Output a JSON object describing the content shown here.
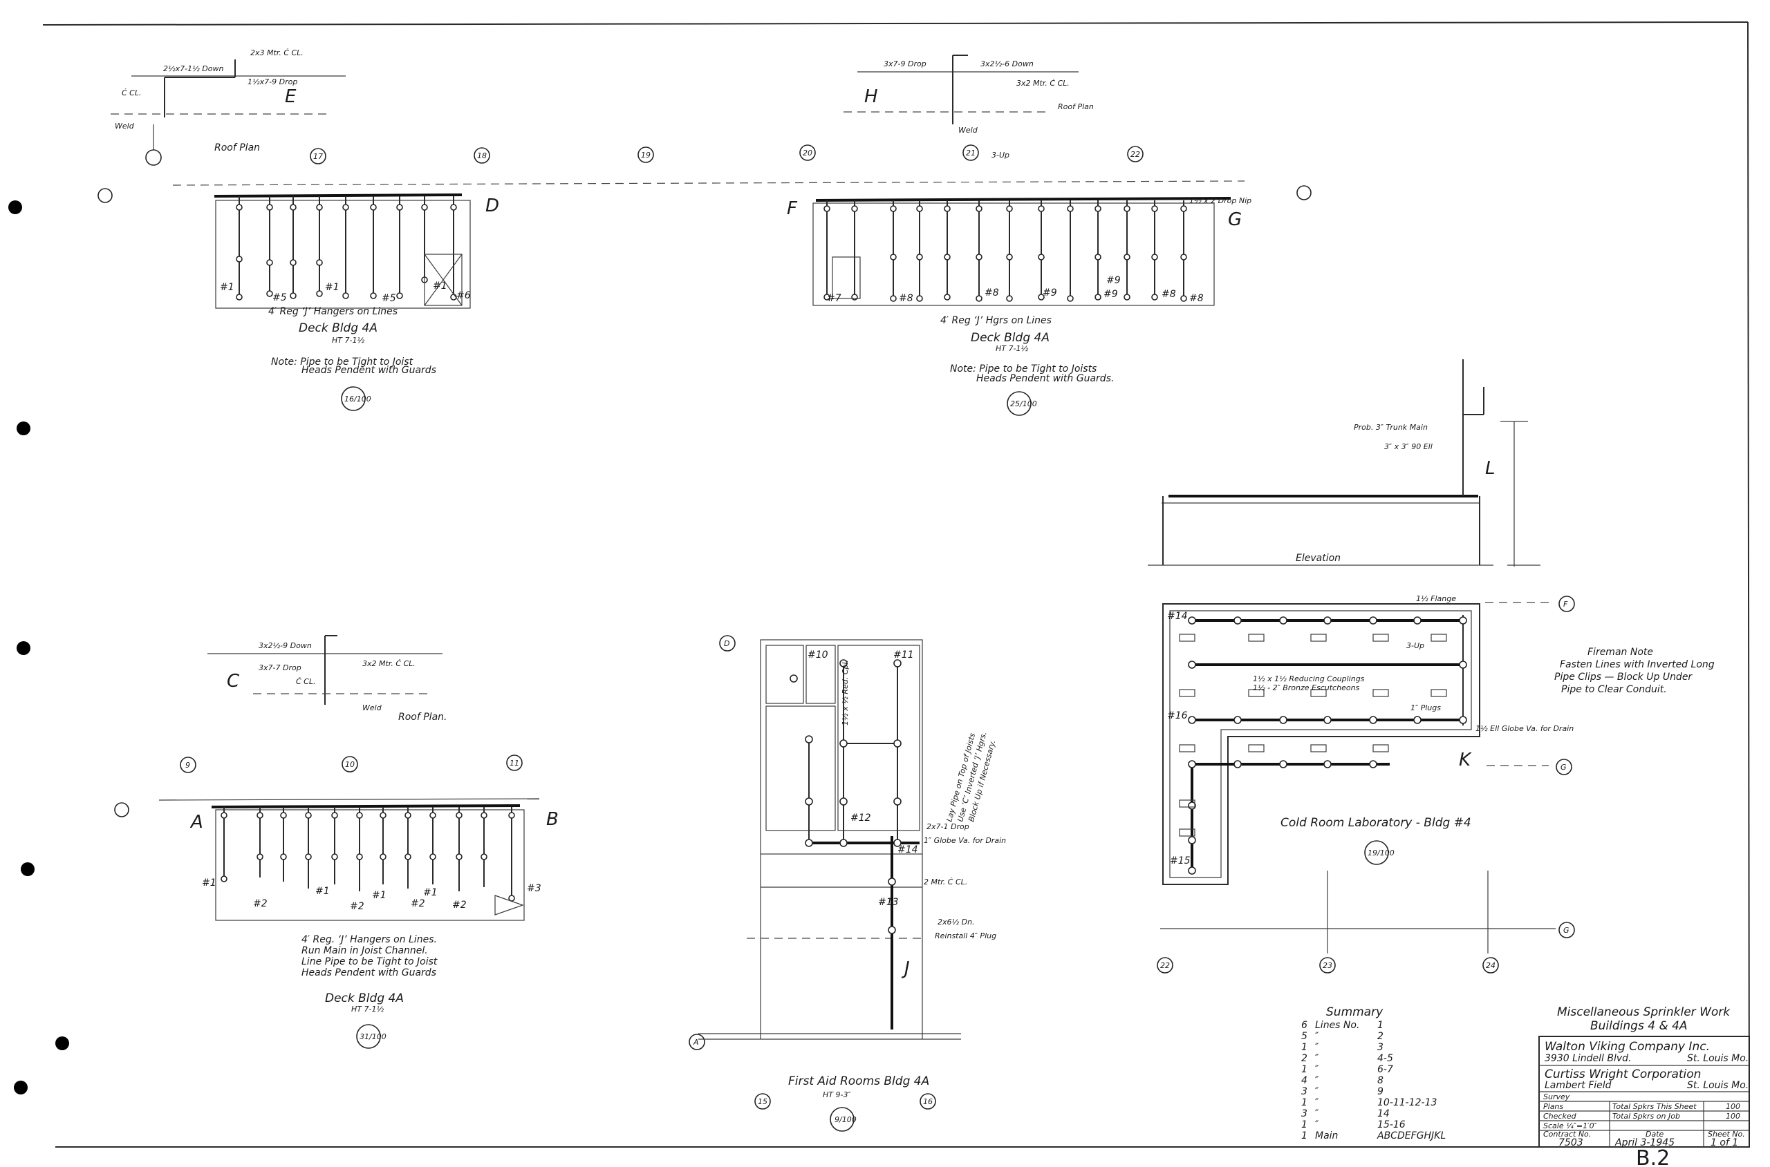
{
  "colors": {
    "paper": "#ffffff",
    "ink": "#1a1a1a",
    "punch": "#000000"
  },
  "deck_e": {
    "title": "Deck Bldg 4A",
    "height": "HT 7-1½",
    "hangers": "4′ Reg ‘J’ Hangers on Lines",
    "note1": "Note: Pipe to be Tight to Joist",
    "note2": "Heads Pendent with Guards",
    "ref": "16/100",
    "roof_plan": "Roof Plan",
    "detail": "E",
    "end_label": "D",
    "callouts": [
      "2½x7-1½ Down",
      "2x3 Mtr. Ć CL.",
      "1½x7-9 Drop",
      "Ć CL.",
      "Weld"
    ],
    "col_marks": [
      "17",
      "18",
      "19"
    ],
    "sprinklers": [
      "#1",
      "#5",
      "#1",
      "#5",
      "#1",
      "#6"
    ]
  },
  "deck_f": {
    "title": "Deck Bldg 4A",
    "height": "HT 7-1½",
    "hangers": "4′ Reg ‘J’ Hgrs on Lines",
    "note1": "Note: Pipe to be Tight to Joists",
    "note2": "Heads Pendent with Guards.",
    "ref": "25/100",
    "roof_plan": "Roof Plan",
    "detail": "H",
    "start_label": "F",
    "end_label": "G",
    "callouts": [
      "3x7-9 Drop",
      "3x2½-6 Down",
      "3x2 Mtr. Ć CL.",
      "Weld",
      "3-Up",
      "1½ x 2 Drop Nip"
    ],
    "col_marks": [
      "20",
      "21",
      "22"
    ],
    "sprinklers": [
      "#7",
      "#8",
      "#8",
      "#9",
      "#9",
      "#8",
      "#9",
      "#8"
    ]
  },
  "deck_c": {
    "title": "Deck Bldg 4A",
    "height": "HT 7-1½",
    "notes": [
      "4′ Reg. ‘J’ Hangers on Lines.",
      "Run Main in Joist Channel.",
      "Line Pipe to be Tight to Joist",
      "Heads Pendent with Guards"
    ],
    "ref": "31/100",
    "roof_plan": "Roof Plan.",
    "detail": "C",
    "start_label": "A",
    "end_label": "B",
    "callouts": [
      "3x2½-9 Down",
      "3x7-7 Drop",
      "3x2 Mtr. Ć CL.",
      "Ć CL.",
      "Weld"
    ],
    "col_marks": [
      "9",
      "10",
      "11"
    ],
    "sprinklers": [
      "#1",
      "#2",
      "#1",
      "#2",
      "#1",
      "#2",
      "#1",
      "#2",
      "#3"
    ]
  },
  "first_aid": {
    "title": "First Aid Rooms Bldg 4A",
    "height": "HT 9-3″",
    "ref": "9/100",
    "detail": "J",
    "col_marks": [
      "15",
      "16"
    ],
    "row_marks": [
      "D",
      "A"
    ],
    "notes": [
      "Lay Pipe on Top of Joists",
      "Use ‘C’ Inverted ‘J’ Hgrs.",
      "Block Up if Necessary."
    ],
    "callouts": [
      "2x7-1 Drop",
      "1″ Globe Va. for Drain",
      "2 Mtr. Ć CL.",
      "2x6½ Dn.",
      "Reinstall 4″ Plug",
      "1½ x ½ Red. Cpl."
    ],
    "sprinklers": [
      "#10",
      "#11",
      "#12",
      "#13",
      "#14"
    ]
  },
  "elevation": {
    "label": "Elevation",
    "detail": "L",
    "callouts": [
      "Prob. 3″ Trunk Main",
      "3″ x 3″ 90 Ell"
    ]
  },
  "cold_room": {
    "title": "Cold Room Laboratory - Bldg #4",
    "ref": "19/100",
    "detail": "K",
    "col_marks": [
      "22",
      "23",
      "24"
    ],
    "row_marks": [
      "F",
      "G",
      "G"
    ],
    "callouts": [
      "1½ x 1½ Reducing Couplings",
      "1½ - 2″ Bronze Escutcheons",
      "3-Up",
      "1″ Plugs",
      "1½ Ell Globe Va. for Drain",
      "1½ Flange"
    ],
    "sprinklers": [
      "#14",
      "#16",
      "#15"
    ]
  },
  "fireman_note": {
    "title": "Fireman Note",
    "lines": [
      "Fasten Lines with Inverted Long",
      "Pipe Clips — Block Up Under",
      "Pipe to Clear Conduit."
    ]
  },
  "summary": {
    "title": "Summary",
    "rows": [
      {
        "qty": "6",
        "what": "Lines No.",
        "nums": "1"
      },
      {
        "qty": "5",
        "what": "″",
        "nums": "2"
      },
      {
        "qty": "1",
        "what": "″",
        "nums": "3"
      },
      {
        "qty": "2",
        "what": "″",
        "nums": "4-5"
      },
      {
        "qty": "1",
        "what": "″",
        "nums": "6-7"
      },
      {
        "qty": "4",
        "what": "″",
        "nums": "8"
      },
      {
        "qty": "3",
        "what": "″",
        "nums": "9"
      },
      {
        "qty": "1",
        "what": "″",
        "nums": "10-11-12-13"
      },
      {
        "qty": "3",
        "what": "″",
        "nums": "14"
      },
      {
        "qty": "1",
        "what": "″",
        "nums": "15-16"
      },
      {
        "qty": "1",
        "what": "Main",
        "nums": "ABCDEFGHJKL"
      }
    ]
  },
  "title_block": {
    "header1": "Miscellaneous Sprinkler Work",
    "header2": "Buildings 4 & 4A",
    "company": "Walton Viking Company Inc.",
    "address": "3930 Lindell Blvd.",
    "city": "St. Louis Mo.",
    "client": "Curtiss Wright Corporation",
    "site": "Lambert Field",
    "site_city": "St. Louis Mo.",
    "survey": "Survey",
    "plans": "Plans",
    "checked": "Checked",
    "scale_label": "Scale ¼″=1′0″",
    "contract_label": "Contract No.",
    "contract_no": "7503",
    "total_heads_sheet_label": "Total Spkrs This Sheet",
    "total_heads_sheet": "100",
    "total_heads_job_label": "Total Spkrs on Job",
    "total_heads_job": "100",
    "date_label": "Date",
    "date": "April 3-1945",
    "sheet_label": "Sheet No.",
    "sheet": "1 of 1",
    "drawing_no": "B.2"
  }
}
